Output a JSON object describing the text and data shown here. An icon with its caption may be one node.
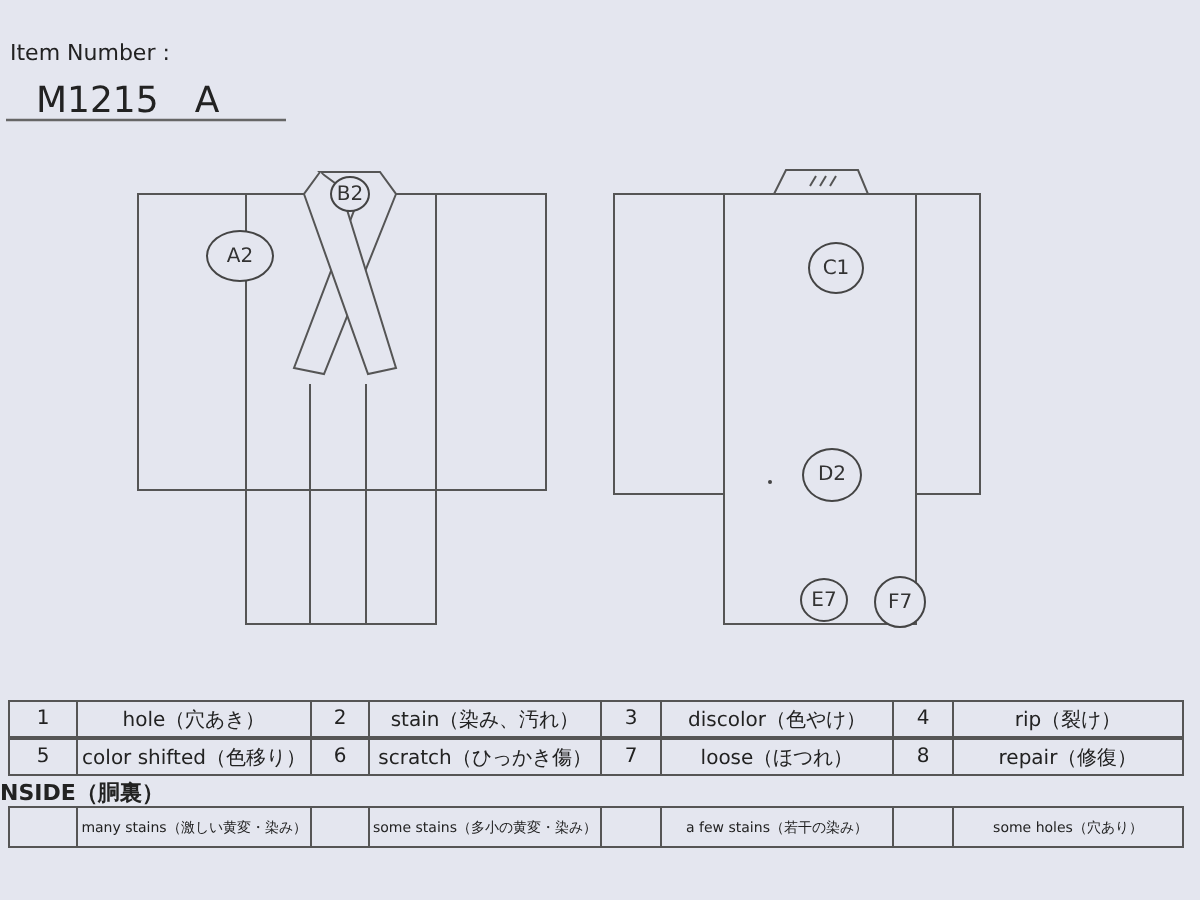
{
  "diagram": {
    "nodes": [
      {
        "text": [
          "A2"
        ]
      },
      {
        "text": [
          "B2"
        ]
      },
      {
        "text": [
          "C1"
        ]
      },
      {
        "text": [
          "D2"
        ]
      },
      {
        "text": [
          "E7"
        ]
      },
      {
        "text": [
          "F7"
        ]
      }
    ],
    "labels": [
      "Item Number :",
      "M1215　A",
      "1",
      "hole（穴あき）",
      "2",
      "stain（染み、汚れ）",
      "3",
      "discolor（色やけ）",
      "4",
      "rip（裂け）",
      "5",
      "color shifted（色移り）",
      "6",
      "scratch（ひっかき傷）",
      "7",
      "loose（ほつれ）",
      "8",
      "repair（修復）",
      "NSIDE（胴裏）",
      "many stains（激しい黄変・染み）",
      "some stains（多小の黄変・染み）",
      "a few stains（若干の染み）",
      "some holes（穴あり）"
    ]
  }
}
